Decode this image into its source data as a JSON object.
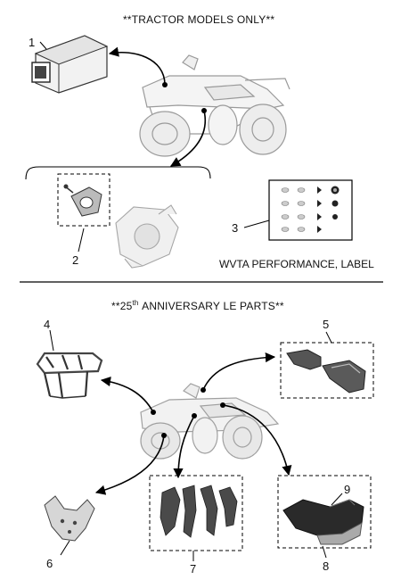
{
  "sections": {
    "top_header": "**TRACTOR MODELS ONLY**",
    "bottom_header_pre": "**25",
    "bottom_header_sup": "th",
    "bottom_header_post": "ANNIVERSARY LE PARTS**"
  },
  "callouts": [
    "1",
    "2",
    "3",
    "4",
    "5",
    "6",
    "7",
    "8",
    "9"
  ],
  "label_text": "WVTA PERFORMANCE, LABEL"
}
